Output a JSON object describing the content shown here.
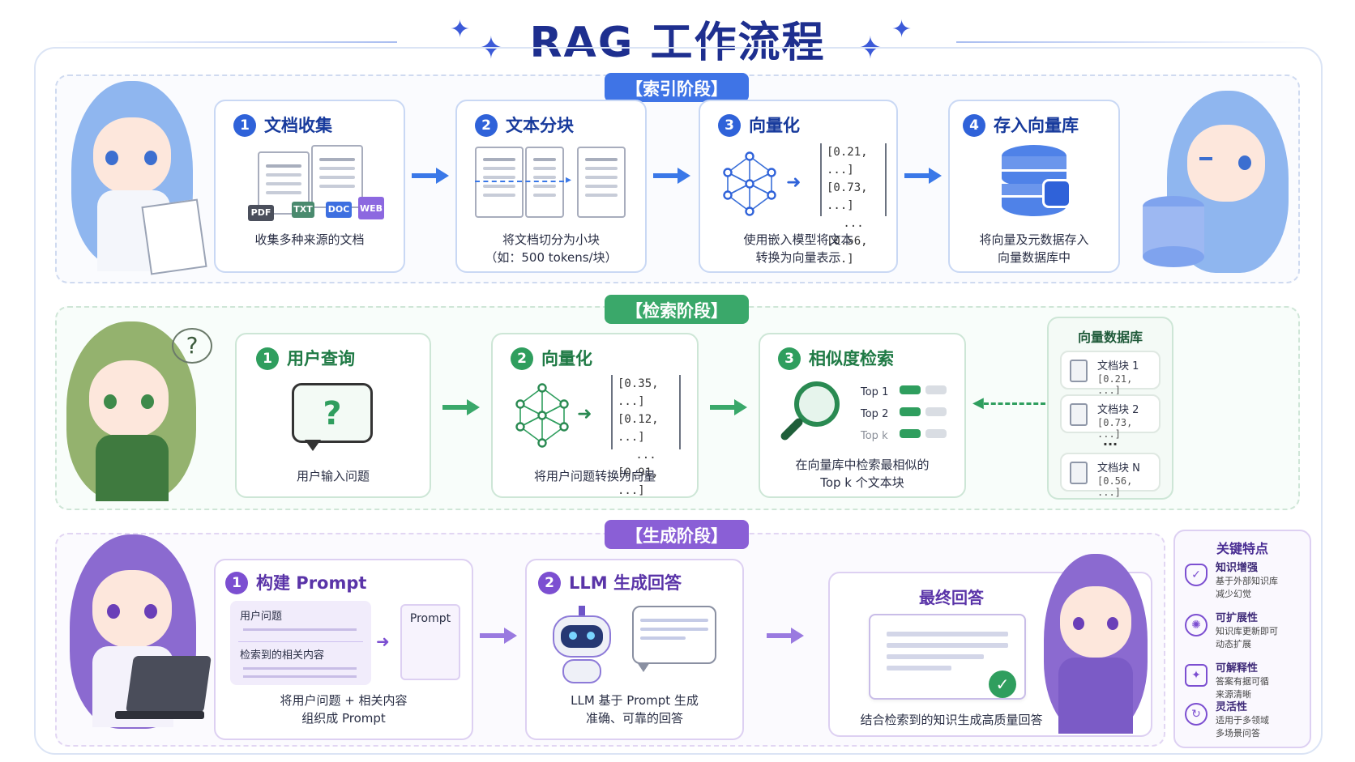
{
  "title": "RAG 工作流程",
  "colors": {
    "blue": "#3f74e6",
    "green": "#3aa86a",
    "purple": "#8a5fd6",
    "title": "#1e2f8f"
  },
  "index_stage": {
    "label": "【索引阶段】",
    "steps": [
      {
        "num": "1",
        "title": "文档收集",
        "caption1": "收集多种来源的文档",
        "caption2": "",
        "badges": [
          "PDF",
          "TXT",
          "DOC",
          "WEB"
        ]
      },
      {
        "num": "2",
        "title": "文本分块",
        "caption1": "将文档切分为小块",
        "caption2": "（如：500 tokens/块）"
      },
      {
        "num": "3",
        "title": "向量化",
        "caption1": "使用嵌入模型将文本",
        "caption2": "转换为向量表示",
        "vectors": [
          "[0.21, ...]",
          "[0.73, ...]",
          "...",
          "[0.56, ...]"
        ]
      },
      {
        "num": "4",
        "title": "存入向量库",
        "caption1": "将向量及元数据存入",
        "caption2": "向量数据库中"
      }
    ]
  },
  "retrieval_stage": {
    "label": "【检索阶段】",
    "steps": [
      {
        "num": "1",
        "title": "用户查询",
        "caption1": "用户输入问题",
        "bubble": "?"
      },
      {
        "num": "2",
        "title": "向量化",
        "caption1": "将用户问题转换为向量",
        "vectors": [
          "[0.35, ...]",
          "[0.12, ...]",
          "...",
          "[0.91, ...]"
        ]
      },
      {
        "num": "3",
        "title": "相似度检索",
        "caption1": "在向量库中检索最相似的",
        "caption2": "Top  k 个文本块",
        "tops": [
          "Top 1",
          "Top 2",
          "Top k"
        ]
      }
    ],
    "database": {
      "title": "向量数据库",
      "items": [
        {
          "name": "文档块 1",
          "vec": "[0.21, ...]"
        },
        {
          "name": "文档块 2",
          "vec": "[0.73, ...]"
        },
        {
          "name": "文档块 N",
          "vec": "[0.56, ...]"
        }
      ],
      "ellipsis": "..."
    }
  },
  "generation_stage": {
    "label": "【生成阶段】",
    "steps": [
      {
        "num": "1",
        "title": "构建 Prompt",
        "caption1": "将用户问题 + 相关内容",
        "caption2": "组织成 Prompt",
        "box1": "用户问题",
        "box2": "检索到的相关内容",
        "prompt": "Prompt"
      },
      {
        "num": "2",
        "title": "LLM 生成回答",
        "caption1": "LLM 基于 Prompt 生成",
        "caption2": "准确、可靠的回答"
      },
      {
        "title": "最终回答",
        "caption1": "结合检索到的知识生成高质量回答"
      }
    ]
  },
  "features": {
    "title": "关键特点",
    "items": [
      {
        "title": "知识增强",
        "desc1": "基于外部知识库",
        "desc2": "减少幻觉",
        "icon": "shield-check-icon"
      },
      {
        "title": "可扩展性",
        "desc1": "知识库更新即可",
        "desc2": "动态扩展",
        "icon": "network-icon"
      },
      {
        "title": "可解释性",
        "desc1": "答案有据可循",
        "desc2": "来源清晰",
        "icon": "sparkle-icon"
      },
      {
        "title": "灵活性",
        "desc1": "适用于多领域",
        "desc2": "多场景问答",
        "icon": "refresh-icon"
      }
    ]
  }
}
